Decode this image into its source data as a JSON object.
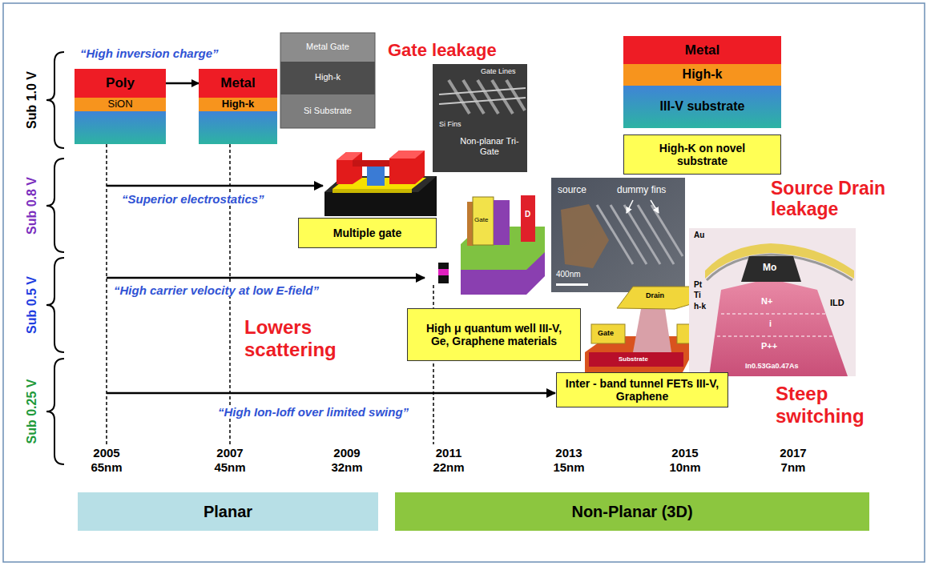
{
  "diagram": {
    "nodes": [
      {
        "text": [
          "Poly"
        ]
      },
      {
        "text": [
          "SiON"
        ]
      },
      {
        "text": [
          "Metal"
        ]
      },
      {
        "text": [
          "High-k"
        ]
      },
      {
        "text": [
          "Metal"
        ]
      },
      {
        "text": [
          "High-k"
        ]
      },
      {
        "text": [
          "III-V substrate"
        ]
      },
      {
        "text": [
          "High-K on novel substrate"
        ]
      },
      {
        "text": [
          "Multiple gate"
        ]
      },
      {
        "text": [
          "High μ quantum well III-V, Ge, Graphene materials"
        ]
      },
      {
        "text": [
          "Inter - band tunnel FETs III-V, Graphene"
        ]
      },
      {
        "text": [
          "Planar"
        ]
      },
      {
        "text": [
          "Non-Planar (3D)"
        ]
      }
    ],
    "edges": [
      {
        "from": 0,
        "to": 2,
        "arrow": "to"
      }
    ],
    "labels": [
      "Sub 1.0 V",
      "Sub 0.8 V",
      "Sub 0.5 V",
      "Sub 0.25 V",
      "“High inversion charge”",
      "Gate leakage",
      "Metal Gate",
      "High-k",
      "Si Substrate",
      "Gate Lines",
      "Si Fins",
      "Non-planar Tri-Gate",
      "“Superior electrostatics”",
      "Source Drain leakage",
      "D",
      "Gate",
      "source",
      "dummy fins",
      "400nm",
      "Au",
      "Pt",
      "Ti",
      "Mo",
      "h-k",
      "N+",
      "i",
      "P++",
      "ILD",
      "In0.53Ga0.47As",
      "“High carrier velocity at low E-field”",
      "Lowers scattering",
      "Drain",
      "Gate",
      "Substrate",
      "“High Ion-Ioff over limited swing”",
      "Steep switching",
      "2005",
      "65nm",
      "2007",
      "45nm",
      "2009",
      "32nm",
      "2011",
      "22nm",
      "2013",
      "15nm",
      "2015",
      "10nm",
      "2017",
      "7nm"
    ]
  }
}
